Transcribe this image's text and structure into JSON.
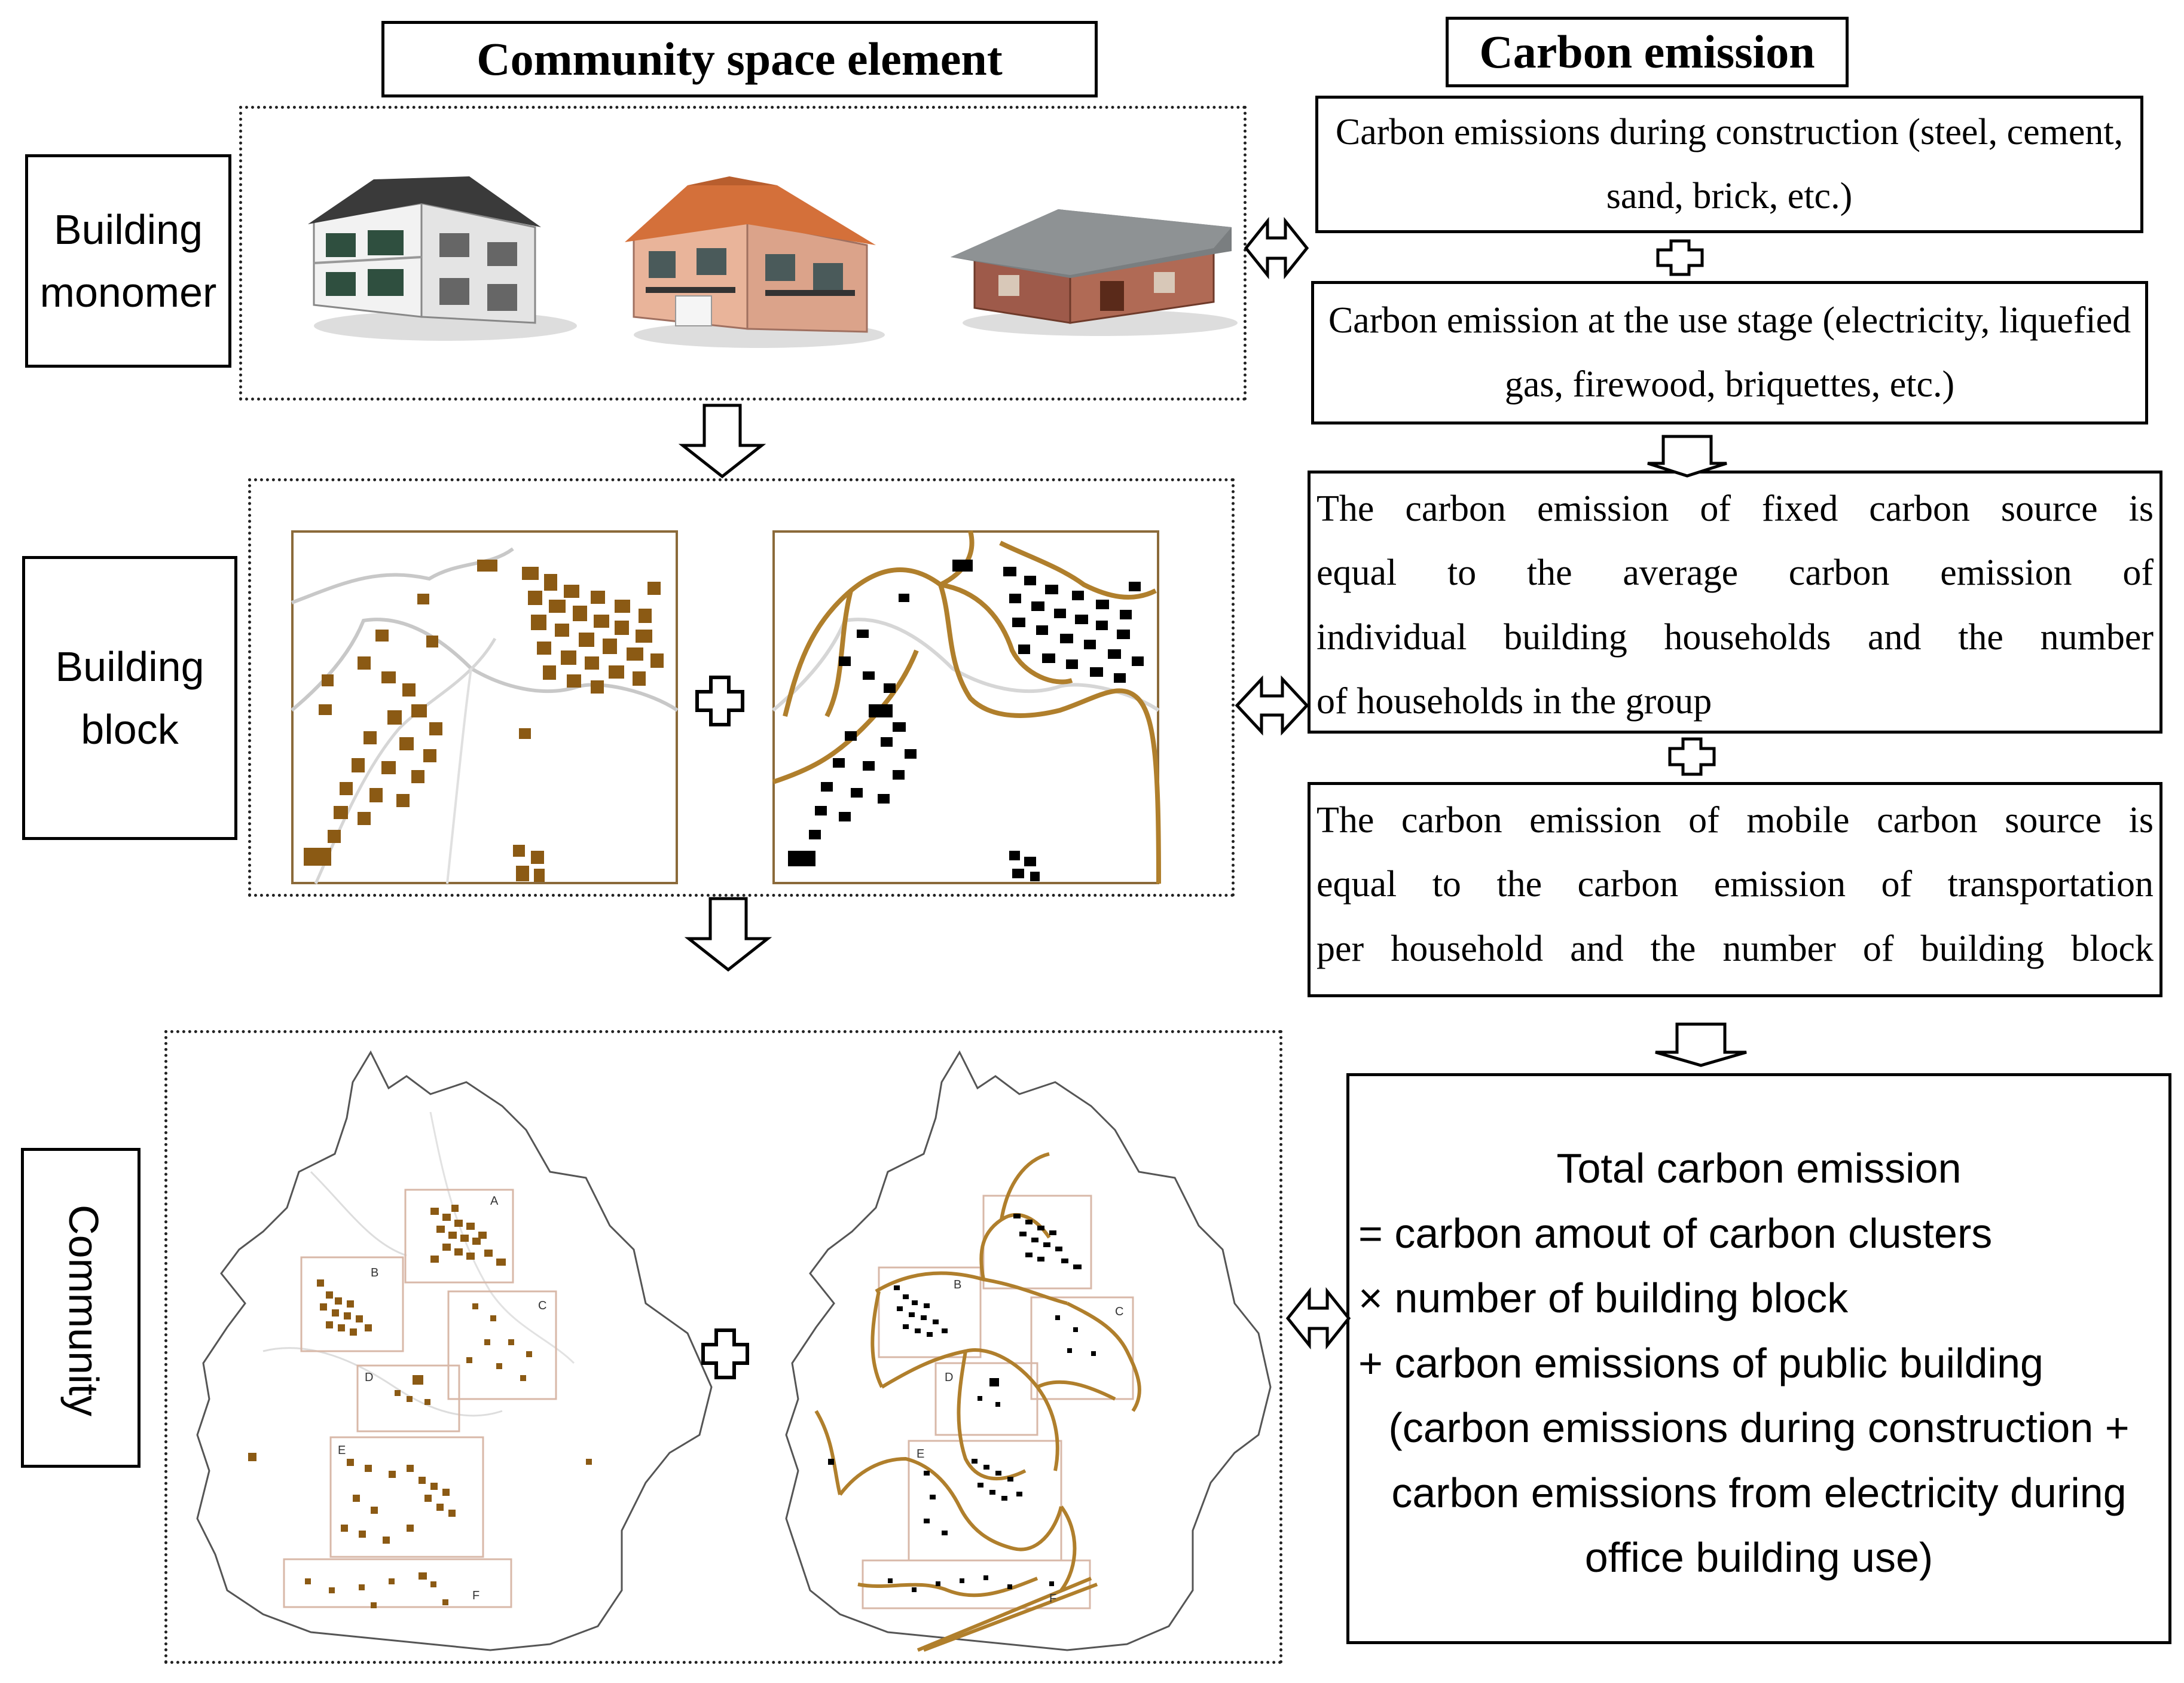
{
  "headers": {
    "left": "Community space element",
    "right": "Carbon emission"
  },
  "levels": {
    "building_monomer": [
      "Building",
      "monomer"
    ],
    "building_block": [
      "Building",
      "block"
    ],
    "community": "Community"
  },
  "carbon": {
    "construction": "Carbon emissions during construction (steel, cement, sand, brick, etc.)",
    "use_stage": "Carbon emission at the use stage (electricity, liquefied gas, firewood, briquettes, etc.)",
    "fixed_source": [
      "The carbon emission of fixed carbon source is",
      "equal to the average carbon emission of",
      "individual building households and the number",
      "of households in the group"
    ],
    "mobile_source": [
      "The carbon emission of mobile carbon source is",
      "equal to the carbon emission of transportation",
      "per household and the number of building block"
    ],
    "total": [
      "Total carbon emission",
      "= carbon amout of carbon clusters",
      "× number of building block",
      "+ carbon emissions of public building",
      "(carbon emissions during construction +",
      "carbon emissions from electricity during",
      "office building use)"
    ]
  },
  "map_labels": {
    "left": [
      "A",
      "B",
      "C",
      "D",
      "E",
      "F"
    ],
    "right": [
      "B",
      "C",
      "D",
      "E",
      "F"
    ]
  },
  "colors": {
    "building_brown": "#8b5a14",
    "road_brown": "#b07f2c",
    "cluster_box": "#d8b8a8",
    "outline": "#555555"
  }
}
